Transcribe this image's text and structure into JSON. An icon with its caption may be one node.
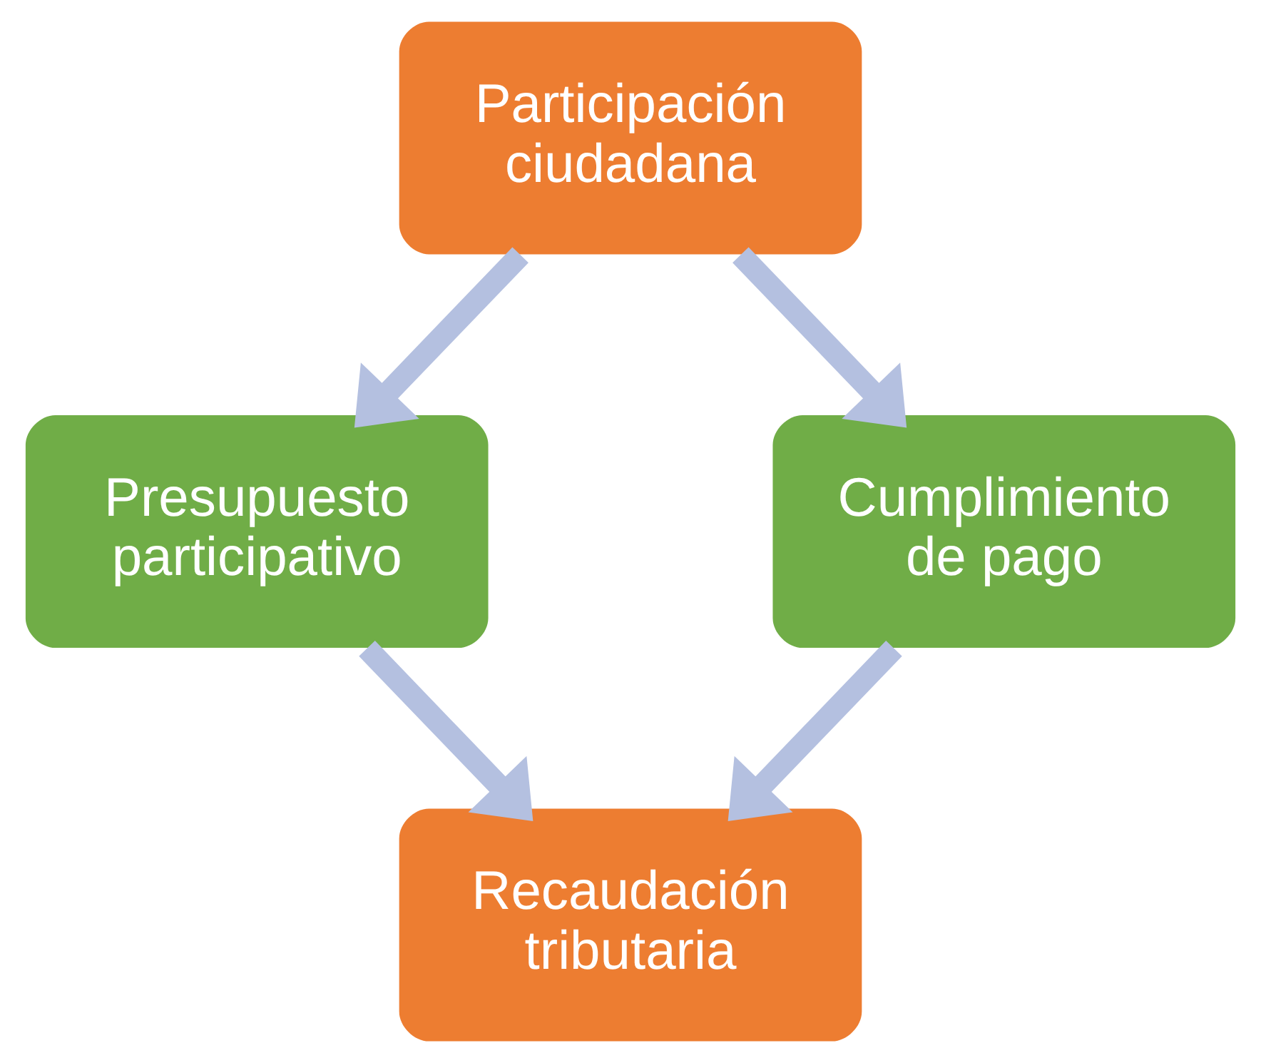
{
  "diagram": {
    "nodes": [
      {
        "text": [
          "Participación ciudadana"
        ]
      },
      {
        "text": [
          "Presupuesto participativo"
        ]
      },
      {
        "text": [
          "Cumplimiento de pago"
        ]
      },
      {
        "text": [
          "Recaudación tributaria"
        ]
      }
    ],
    "edges": [
      {
        "from": 0,
        "to": 1,
        "arrow": "to"
      },
      {
        "from": 0,
        "to": 2,
        "arrow": "to"
      },
      {
        "from": 1,
        "to": 3,
        "arrow": "to"
      },
      {
        "from": 2,
        "to": 3,
        "arrow": "to"
      }
    ]
  }
}
